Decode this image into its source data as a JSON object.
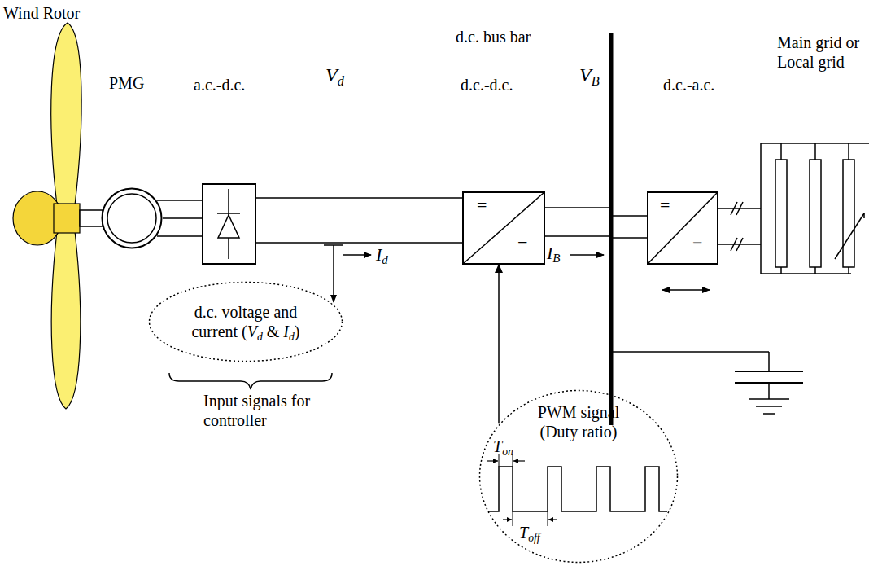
{
  "diagram": {
    "nodes": [
      {
        "text": [
          "PMG"
        ]
      },
      {
        "text": [
          "a.c.-d.c."
        ]
      },
      {
        "text": [
          "d.c.-d.c.",
          "=",
          "="
        ]
      },
      {
        "text": [
          "d.c.-a.c.",
          "=",
          "="
        ]
      },
      {
        "text": [
          "d.c. voltage and current (Vd & Id)"
        ]
      },
      {
        "text": [
          "PWM signal (Duty ratio)",
          "Ton",
          "Toff"
        ]
      }
    ],
    "edges": [
      {
        "from": 0,
        "to": 1,
        "arrow": "none"
      },
      {
        "from": 1,
        "to": 2,
        "arrow": "none"
      },
      {
        "from": 5,
        "to": 2,
        "arrow": "to"
      }
    ],
    "labels": [
      "Wind Rotor",
      "Vd",
      "d.c. bus bar",
      "VB",
      "Main grid or Local grid",
      "Id",
      "IB",
      "Input signals for controller"
    ]
  }
}
